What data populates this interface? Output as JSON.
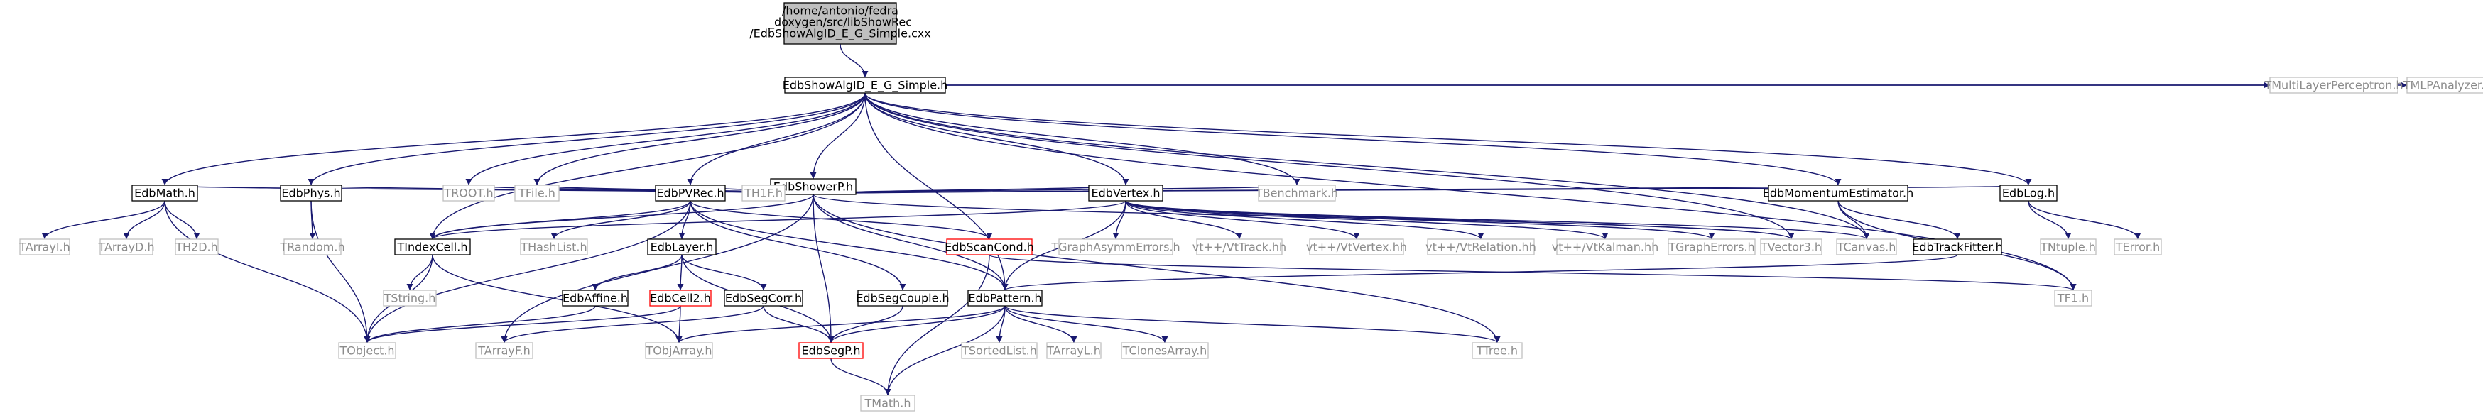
{
  "root_path_lines": [
    "/home/antonio/fedra",
    "_doxygen/src/libShowRec",
    "/EdbShowAlgID_E_G_Simple.cxx"
  ],
  "colors": {
    "edge": "#191970",
    "edge_label_red": "#ff0000",
    "node_border_black": "#000000",
    "node_border_grey": "#bfbfbf",
    "node_border_red": "#ff0000",
    "node_text_grey": "#8c8c8c",
    "node_text_dark": "#000000",
    "root_fill": "#bfbfbf"
  },
  "nodes": {
    "showalg": "EdbShowAlgID_E_G_Simple.h",
    "showerp": "EdbShowerP.h",
    "edbmath": "EdbMath.h",
    "edbphys": "EdbPhys.h",
    "troot": "TROOT.h",
    "tfile": "TFile.h",
    "edbpvrec": "EdbPVRec.h",
    "th1f": "TH1F.h",
    "edbvertex": "EdbVertex.h",
    "tbenchmark": "TBenchmark.h",
    "momest": "EdbMomentumEstimator.h",
    "edblog": "EdbLog.h",
    "tmlp": "TMultiLayerPerceptron.h",
    "tmlpan": "TMLPAnalyzer.h",
    "tarrayi": "TArrayI.h",
    "tarrayd": "TArrayD.h",
    "th2d": "TH2D.h",
    "trandom": "TRandom.h",
    "tindexcell": "TIndexCell.h",
    "thashlist": "THashList.h",
    "edblayer": "EdbLayer.h",
    "edbscancond": "EdbScanCond.h",
    "tgraphasym": "TGraphAsymmErrors.h",
    "vttrack": "vt++/VtTrack.hh",
    "vtvertex": "vt++/VtVertex.hh",
    "vtrelation": "vt++/VtRelation.hh",
    "vtkalman": "vt++/VtKalman.hh",
    "tgrapherrors": "TGraphErrors.h",
    "tvector3": "TVector3.h",
    "tcanvas": "TCanvas.h",
    "edbtrackfitter": "EdbTrackFitter.h",
    "tntuple": "TNtuple.h",
    "terror": "TError.h",
    "tstring": "TString.h",
    "edbaffine": "EdbAffine.h",
    "edbcell2": "EdbCell2.h",
    "edbsegcorr": "EdbSegCorr.h",
    "edbsegcouple": "EdbSegCouple.h",
    "edbpattern": "EdbPattern.h",
    "tf1": "TF1.h",
    "tobject": "TObject.h",
    "tarrayf": "TArrayF.h",
    "tobjarray": "TObjArray.h",
    "edbsegp": "EdbSegP.h",
    "tsortedlist": "TSortedList.h",
    "tarrayl": "TArrayL.h",
    "tclonesarray": "TClonesArray.h",
    "ttree": "TTree.h",
    "tmath": "TMath.h"
  }
}
